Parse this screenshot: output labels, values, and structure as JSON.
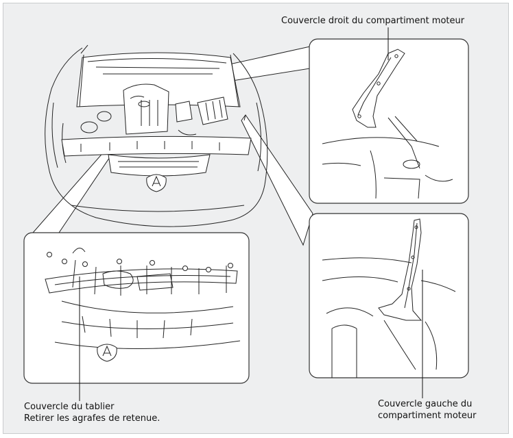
{
  "labels": {
    "right_cover": "Couvercle droit du compartiment moteur",
    "dash_cover_line1": "Couvercle du tablier",
    "dash_cover_line2": "Retirer les agrafes de retenue.",
    "left_cover_line1": "Couvercle gauche du",
    "left_cover_line2": "compartiment moteur"
  },
  "colors": {
    "panel_background": "#eeeff0",
    "line_art": "#222222"
  }
}
